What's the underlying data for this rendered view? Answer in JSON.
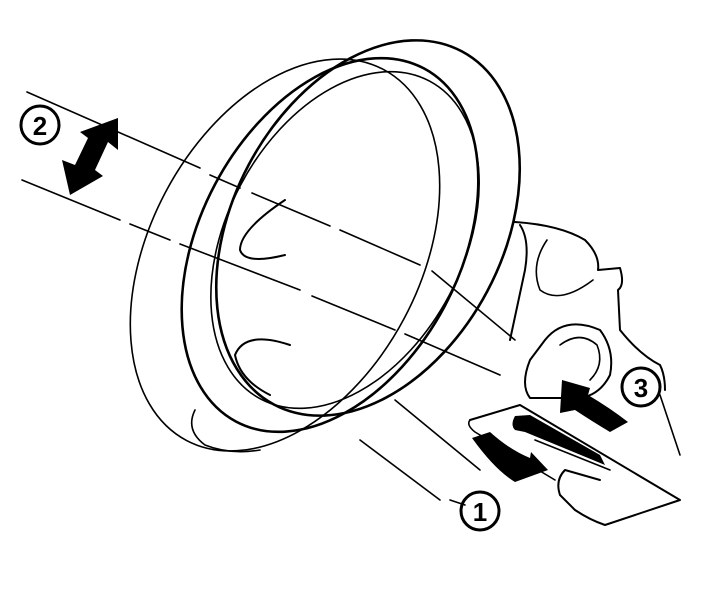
{
  "diagram": {
    "title": "",
    "subject": "headlamp bulb and socket assembly",
    "colors": {
      "line": "#000000",
      "background": "#ffffff"
    },
    "callouts": [
      {
        "id": "1",
        "label": "1",
        "symbol": "①",
        "meaning": "slide/release tab direction"
      },
      {
        "id": "2",
        "label": "2",
        "symbol": "②",
        "meaning": "aiming adjustment range"
      },
      {
        "id": "3",
        "label": "3",
        "symbol": "③",
        "meaning": "push direction"
      }
    ],
    "arrows": [
      {
        "name": "double-arrow-adjustment",
        "callout": "2"
      },
      {
        "name": "slide-arrow",
        "callout": "1"
      },
      {
        "name": "push-arrow",
        "callout": "3"
      }
    ]
  }
}
